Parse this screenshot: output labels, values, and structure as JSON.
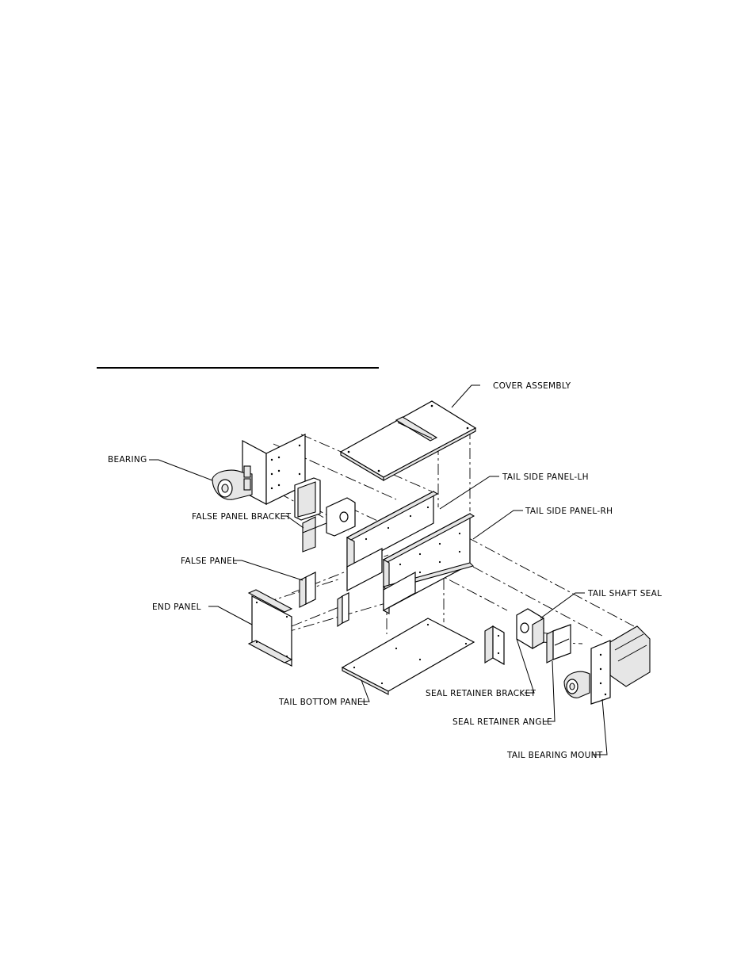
{
  "labels": {
    "cover_assembly": "COVER ASSEMBLY",
    "bearing": "BEARING",
    "tail_side_panel_lh": "TAIL SIDE PANEL-LH",
    "tail_side_panel_rh": "TAIL SIDE PANEL-RH",
    "false_panel_bracket": "FALSE PANEL BRACKET",
    "false_panel": "FALSE PANEL",
    "tail_shaft_seal": "TAIL SHAFT SEAL",
    "end_panel": "END PANEL",
    "seal_retainer_bracket": "SEAL RETAINER BRACKET",
    "tail_bottom_panel": "TAIL BOTTOM PANEL",
    "seal_retainer_angle": "SEAL RETAINER ANGLE",
    "tail_bearing_mount": "TAIL BEARING MOUNT"
  }
}
